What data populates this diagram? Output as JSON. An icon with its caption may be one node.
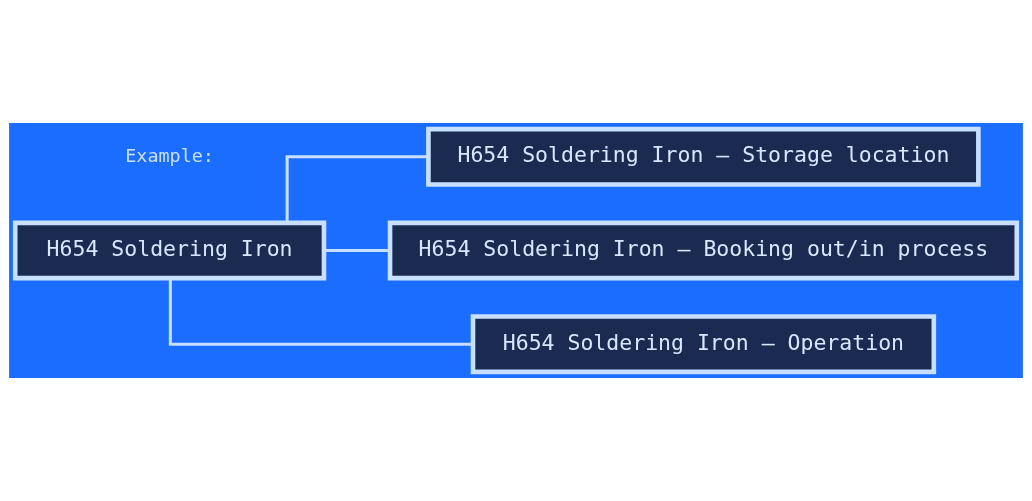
{
  "diagram": {
    "nodes": [
      {
        "text": [
          "H654 Soldering Iron"
        ]
      },
      {
        "text": [
          "H654 Soldering Iron – Storage location"
        ]
      },
      {
        "text": [
          "H654 Soldering Iron – Booking out/in process"
        ]
      },
      {
        "text": [
          "H654 Soldering Iron – Operation"
        ]
      }
    ],
    "edges": [
      {
        "from": 0,
        "to": 1,
        "arrow": "none"
      },
      {
        "from": 0,
        "to": 2,
        "arrow": "none"
      },
      {
        "from": 0,
        "to": 3,
        "arrow": "none"
      }
    ],
    "labels": [
      "Example:"
    ]
  }
}
